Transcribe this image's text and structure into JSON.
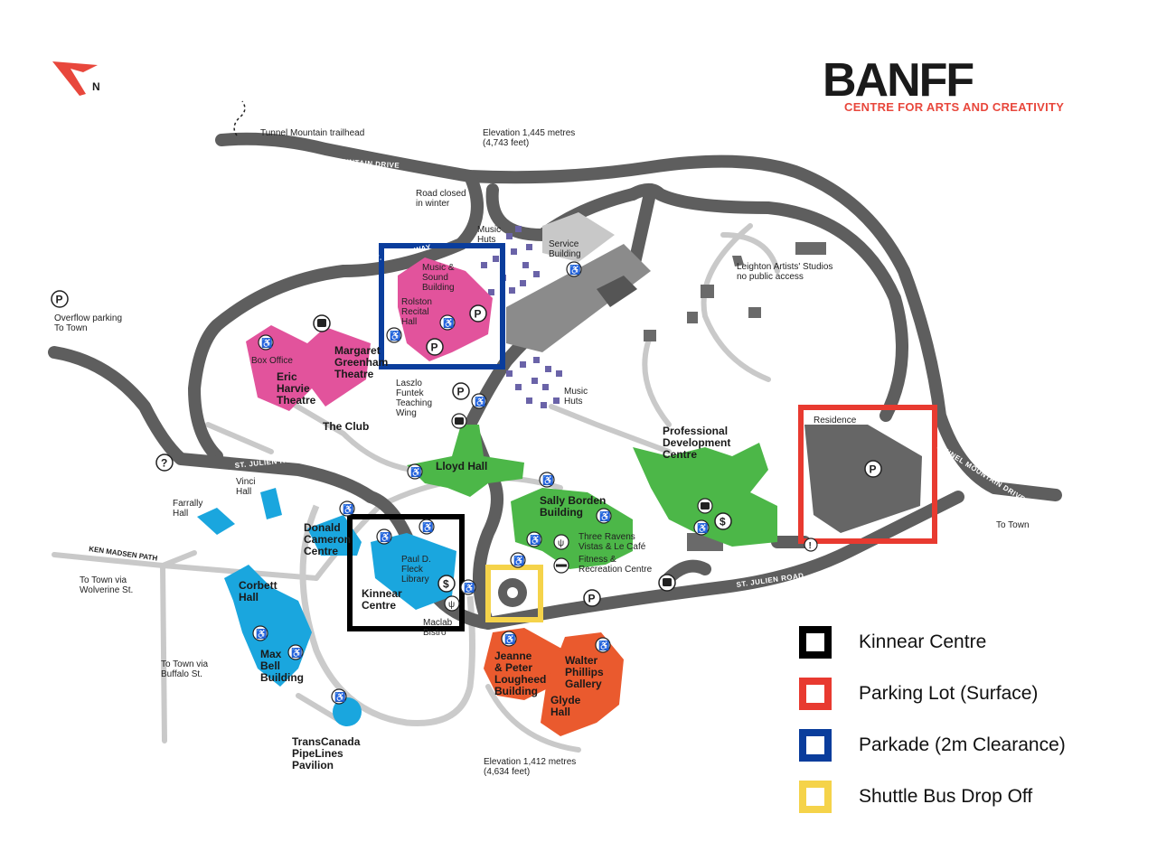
{
  "map": {
    "logo": {
      "word": "BANFF",
      "subtitle": "CENTRE FOR ARTS AND CREATIVITY"
    },
    "north_label": "N",
    "roads": {
      "tunnel_mountain_drive_top": "TUNNEL MOUNTAIN DRIVE",
      "tunnel_mountain_drive_right": "TUNNEL MOUNTAIN DRIVE",
      "st_julien_way_top": "ST. JULIEN WAY",
      "st_julien_way_left": "ST. JULIEN WAY",
      "st_julien_road_left": "ST. JULIEN ROAD",
      "st_julien_road_right": "ST. JULIEN ROAD",
      "ken_madsen_path": "KEN MADSEN PATH"
    },
    "labels": {
      "tunnel_trailhead": "Tunnel Mountain trailhead",
      "elevation_top_1": "Elevation 1,445 metres",
      "elevation_top_2": "(4,743 feet)",
      "road_closed_1": "Road closed",
      "road_closed_2": "in winter",
      "music_huts_top_1": "Music",
      "music_huts_top_2": "Huts",
      "service_1": "Service",
      "service_2": "Building",
      "leighton_1": "Leighton Artists' Studios",
      "leighton_2": "no public access",
      "music_sound_1": "Music &",
      "music_sound_2": "Sound",
      "music_sound_3": "Building",
      "rolston_1": "Rolston",
      "rolston_2": "Recital",
      "rolston_3": "Hall",
      "overflow_1": "Overflow parking",
      "overflow_2": "To Town",
      "box_office": "Box Office",
      "eric_1": "Eric",
      "eric_2": "Harvie",
      "eric_3": "Theatre",
      "margaret_1": "Margaret",
      "margaret_2": "Greenham",
      "margaret_3": "Theatre",
      "laszlo_1": "Laszlo",
      "laszlo_2": "Funtek",
      "laszlo_3": "Teaching",
      "laszlo_4": "Wing",
      "music_huts_mid_1": "Music",
      "music_huts_mid_2": "Huts",
      "the_club": "The Club",
      "lloyd_hall": "Lloyd Hall",
      "pdc_1": "Professional",
      "pdc_2": "Development",
      "pdc_3": "Centre",
      "residence": "Residence",
      "vinci_1": "Vinci",
      "vinci_2": "Hall",
      "farrally_1": "Farrally",
      "farrally_2": "Hall",
      "donald_1": "Donald",
      "donald_2": "Cameron",
      "donald_3": "Centre",
      "sally_1": "Sally Borden",
      "sally_2": "Building",
      "three_ravens_1": "Three Ravens",
      "three_ravens_2": "Vistas & Le Café",
      "fitness_1": "Fitness &",
      "fitness_2": "Recreation Centre",
      "to_town_right": "To Town",
      "to_town_wolverine_1": "To Town via",
      "to_town_wolverine_2": "Wolverine St.",
      "corbett_1": "Corbett",
      "corbett_2": "Hall",
      "library_1": "Paul D.",
      "library_2": "Fleck",
      "library_3": "Library",
      "kinnear_1": "Kinnear",
      "kinnear_2": "Centre",
      "maclab_1": "Maclab",
      "maclab_2": "Bistro",
      "to_town_buffalo_1": "To Town via",
      "to_town_buffalo_2": "Buffalo St.",
      "max_bell_1": "Max",
      "max_bell_2": "Bell",
      "max_bell_3": "Building",
      "jeanne_1": "Jeanne",
      "jeanne_2": "& Peter",
      "jeanne_3": "Lougheed",
      "jeanne_4": "Building",
      "walter_1": "Walter",
      "walter_2": "Phillips",
      "walter_3": "Gallery",
      "glyde_1": "Glyde",
      "glyde_2": "Hall",
      "transcanada_1": "TransCanada",
      "transcanada_2": "PipeLines",
      "transcanada_3": "Pavilion",
      "elevation_bottom_1": "Elevation 1,412 metres",
      "elevation_bottom_2": "(4,634 feet)"
    },
    "icons": [
      "parking-icon",
      "accessible-icon",
      "bus-icon",
      "info-icon",
      "dollar-icon",
      "dining-icon",
      "fitness-icon",
      "shuttle-drop-icon"
    ],
    "colors": {
      "road": "#5b5b5b",
      "path": "#c8c8c8",
      "pink": "#e2539c",
      "green": "#4cb748",
      "blue": "#1aa6de",
      "orange": "#ea5a2e",
      "grey_building": "#6a6a6a",
      "huts": "#6a63a8",
      "accent": "#e8473c"
    }
  },
  "legend": {
    "items": [
      {
        "label": "Kinnear Centre",
        "color": "#000000"
      },
      {
        "label": "Parking Lot (Surface)",
        "color": "#e83a30"
      },
      {
        "label": "Parkade (2m Clearance)",
        "color": "#0a3d9c"
      },
      {
        "label": "Shuttle Bus Drop Off",
        "color": "#f5d34a"
      }
    ]
  }
}
